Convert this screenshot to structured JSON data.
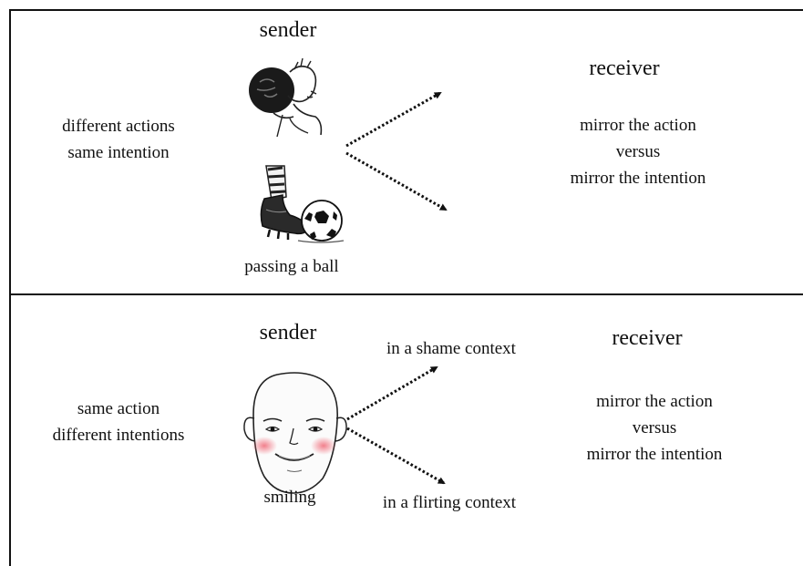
{
  "top": {
    "sender_label": "sender",
    "receiver_label": "receiver",
    "condition_line1": "different actions",
    "condition_line2": "same intention",
    "action_caption": "passing a ball",
    "receiver_line1": "mirror the action",
    "receiver_line2": "versus",
    "receiver_line3": "mirror the intention"
  },
  "bottom": {
    "sender_label": "sender",
    "receiver_label": "receiver",
    "condition_line1": "same action",
    "condition_line2": "different intentions",
    "action_caption": "smiling",
    "context_upper": "in a shame context",
    "context_lower": "in a flirting context",
    "receiver_line1": "mirror the action",
    "receiver_line2": "versus",
    "receiver_line3": "mirror the intention"
  }
}
